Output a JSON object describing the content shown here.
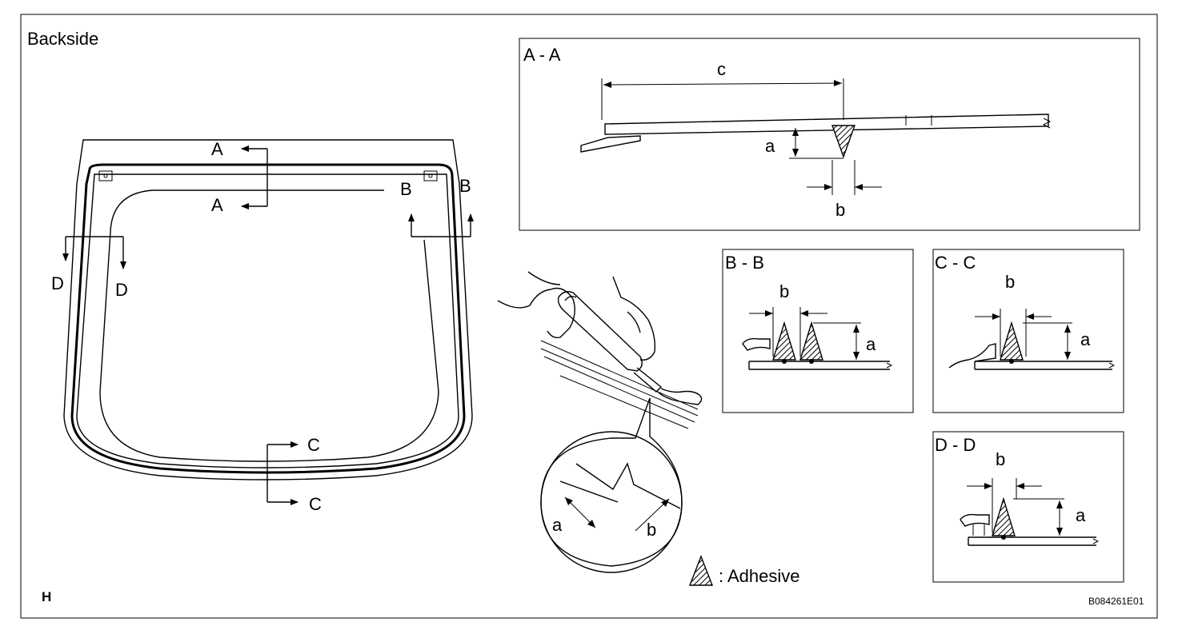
{
  "page": {
    "title": "Backside",
    "corner_label": "H",
    "figure_id": "B084261E01"
  },
  "section_markers": {
    "A": "A",
    "B": "B",
    "C": "C",
    "D": "D"
  },
  "views": [
    {
      "key": "aa",
      "title": "A - A",
      "labels": [
        "c",
        "a",
        "b"
      ]
    },
    {
      "key": "bb",
      "title": "B - B",
      "labels": [
        "b",
        "a"
      ]
    },
    {
      "key": "cc",
      "title": "C - C",
      "labels": [
        "b",
        "a"
      ]
    },
    {
      "key": "dd",
      "title": "D - D",
      "labels": [
        "b",
        "a"
      ]
    }
  ],
  "detail": {
    "labels": [
      "a",
      "b"
    ]
  },
  "legend": {
    "text": ": Adhesive"
  }
}
